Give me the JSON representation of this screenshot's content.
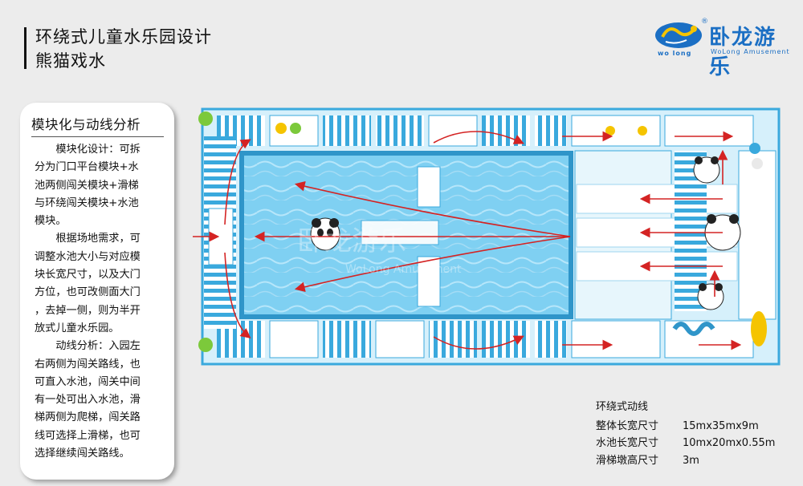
{
  "header": {
    "title_line1": "环绕式儿童水乐园设计",
    "title_line2": "熊猫戏水"
  },
  "logo": {
    "brand_cn": "卧龙游乐",
    "brand_en": "WoLong Amusement",
    "mark_text": "wo long",
    "registered": "®",
    "icon": "dragon-logo-icon"
  },
  "panel": {
    "title": "模块化与动线分析",
    "body": "　　模块化设计：可拆\n分为门口平台模块+水\n池两侧闯关模块+滑梯\n与环绕闯关模块+水池\n模块。\n　　根据场地需求，可\n调整水池大小与对应模\n块长宽尺寸，以及大门\n方位，也可改侧面大门\n，去掉一侧，则为半开\n放式儿童水乐园。\n　　动线分析：入园左\n右两侧为闯关路线，也\n可直入水池，闯关中间\n有一处可出入水池，滑\n梯两侧为爬梯，闯关路\n线可选择上滑梯，也可\n选择继续闯关路线。"
  },
  "specs": {
    "heading": "环绕式动线",
    "rows": [
      {
        "label": "整体长宽尺寸",
        "value": "15mx35mx9m"
      },
      {
        "label": "水池长宽尺寸",
        "value": "10mx20mx0.55m"
      },
      {
        "label": "滑梯墩高尺寸",
        "value": "3m"
      }
    ]
  },
  "diagram": {
    "colors": {
      "blue": "#3aa9dd",
      "light_blue": "#d6f0fb",
      "pool": "#7fd0f2",
      "arrow": "#d42323",
      "white": "#ffffff"
    },
    "watermark_cn": "卧龙游乐",
    "watermark_en": "WoLong Amusement"
  }
}
